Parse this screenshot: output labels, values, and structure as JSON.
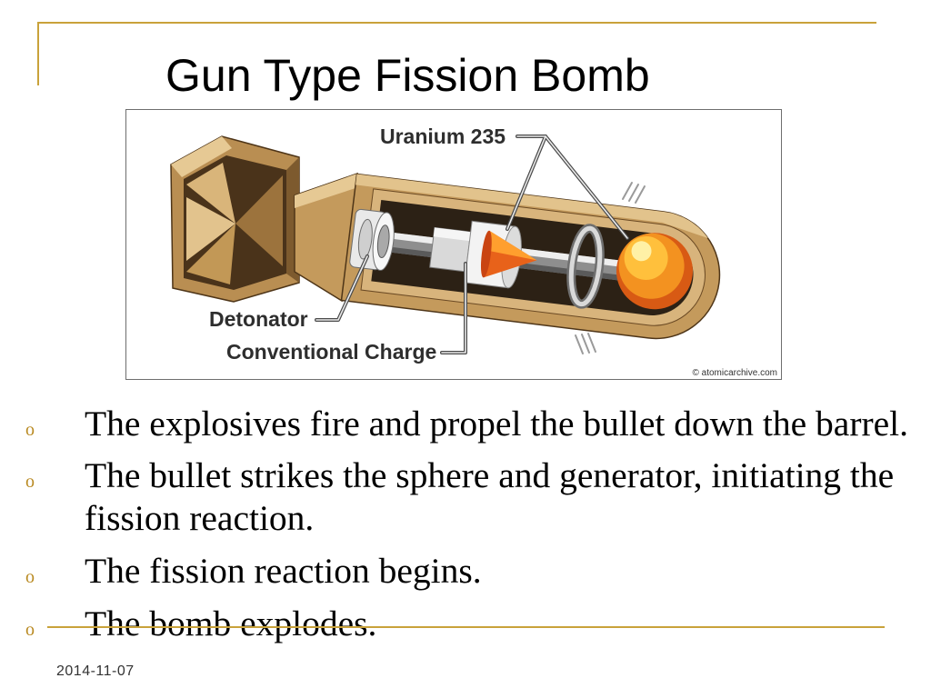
{
  "theme": {
    "accent": "#c9a23a"
  },
  "slide": {
    "title": "Gun Type Fission Bomb",
    "figure": {
      "labels": {
        "uranium": "Uranium 235",
        "detonator": "Detonator",
        "charge": "Conventional Charge"
      },
      "credit": "© atomicarchive.com"
    },
    "bullets": [
      {
        "marker": "o",
        "text": "The explosives fire and propel the bullet down the barrel."
      },
      {
        "marker": "o",
        "text": "The bullet strikes the sphere and generator, initiating the fission reaction."
      },
      {
        "marker": "o",
        "text": "The fission reaction begins."
      },
      {
        "marker": "o",
        "text": "The bomb explodes."
      }
    ],
    "date": "2014-11-07"
  }
}
